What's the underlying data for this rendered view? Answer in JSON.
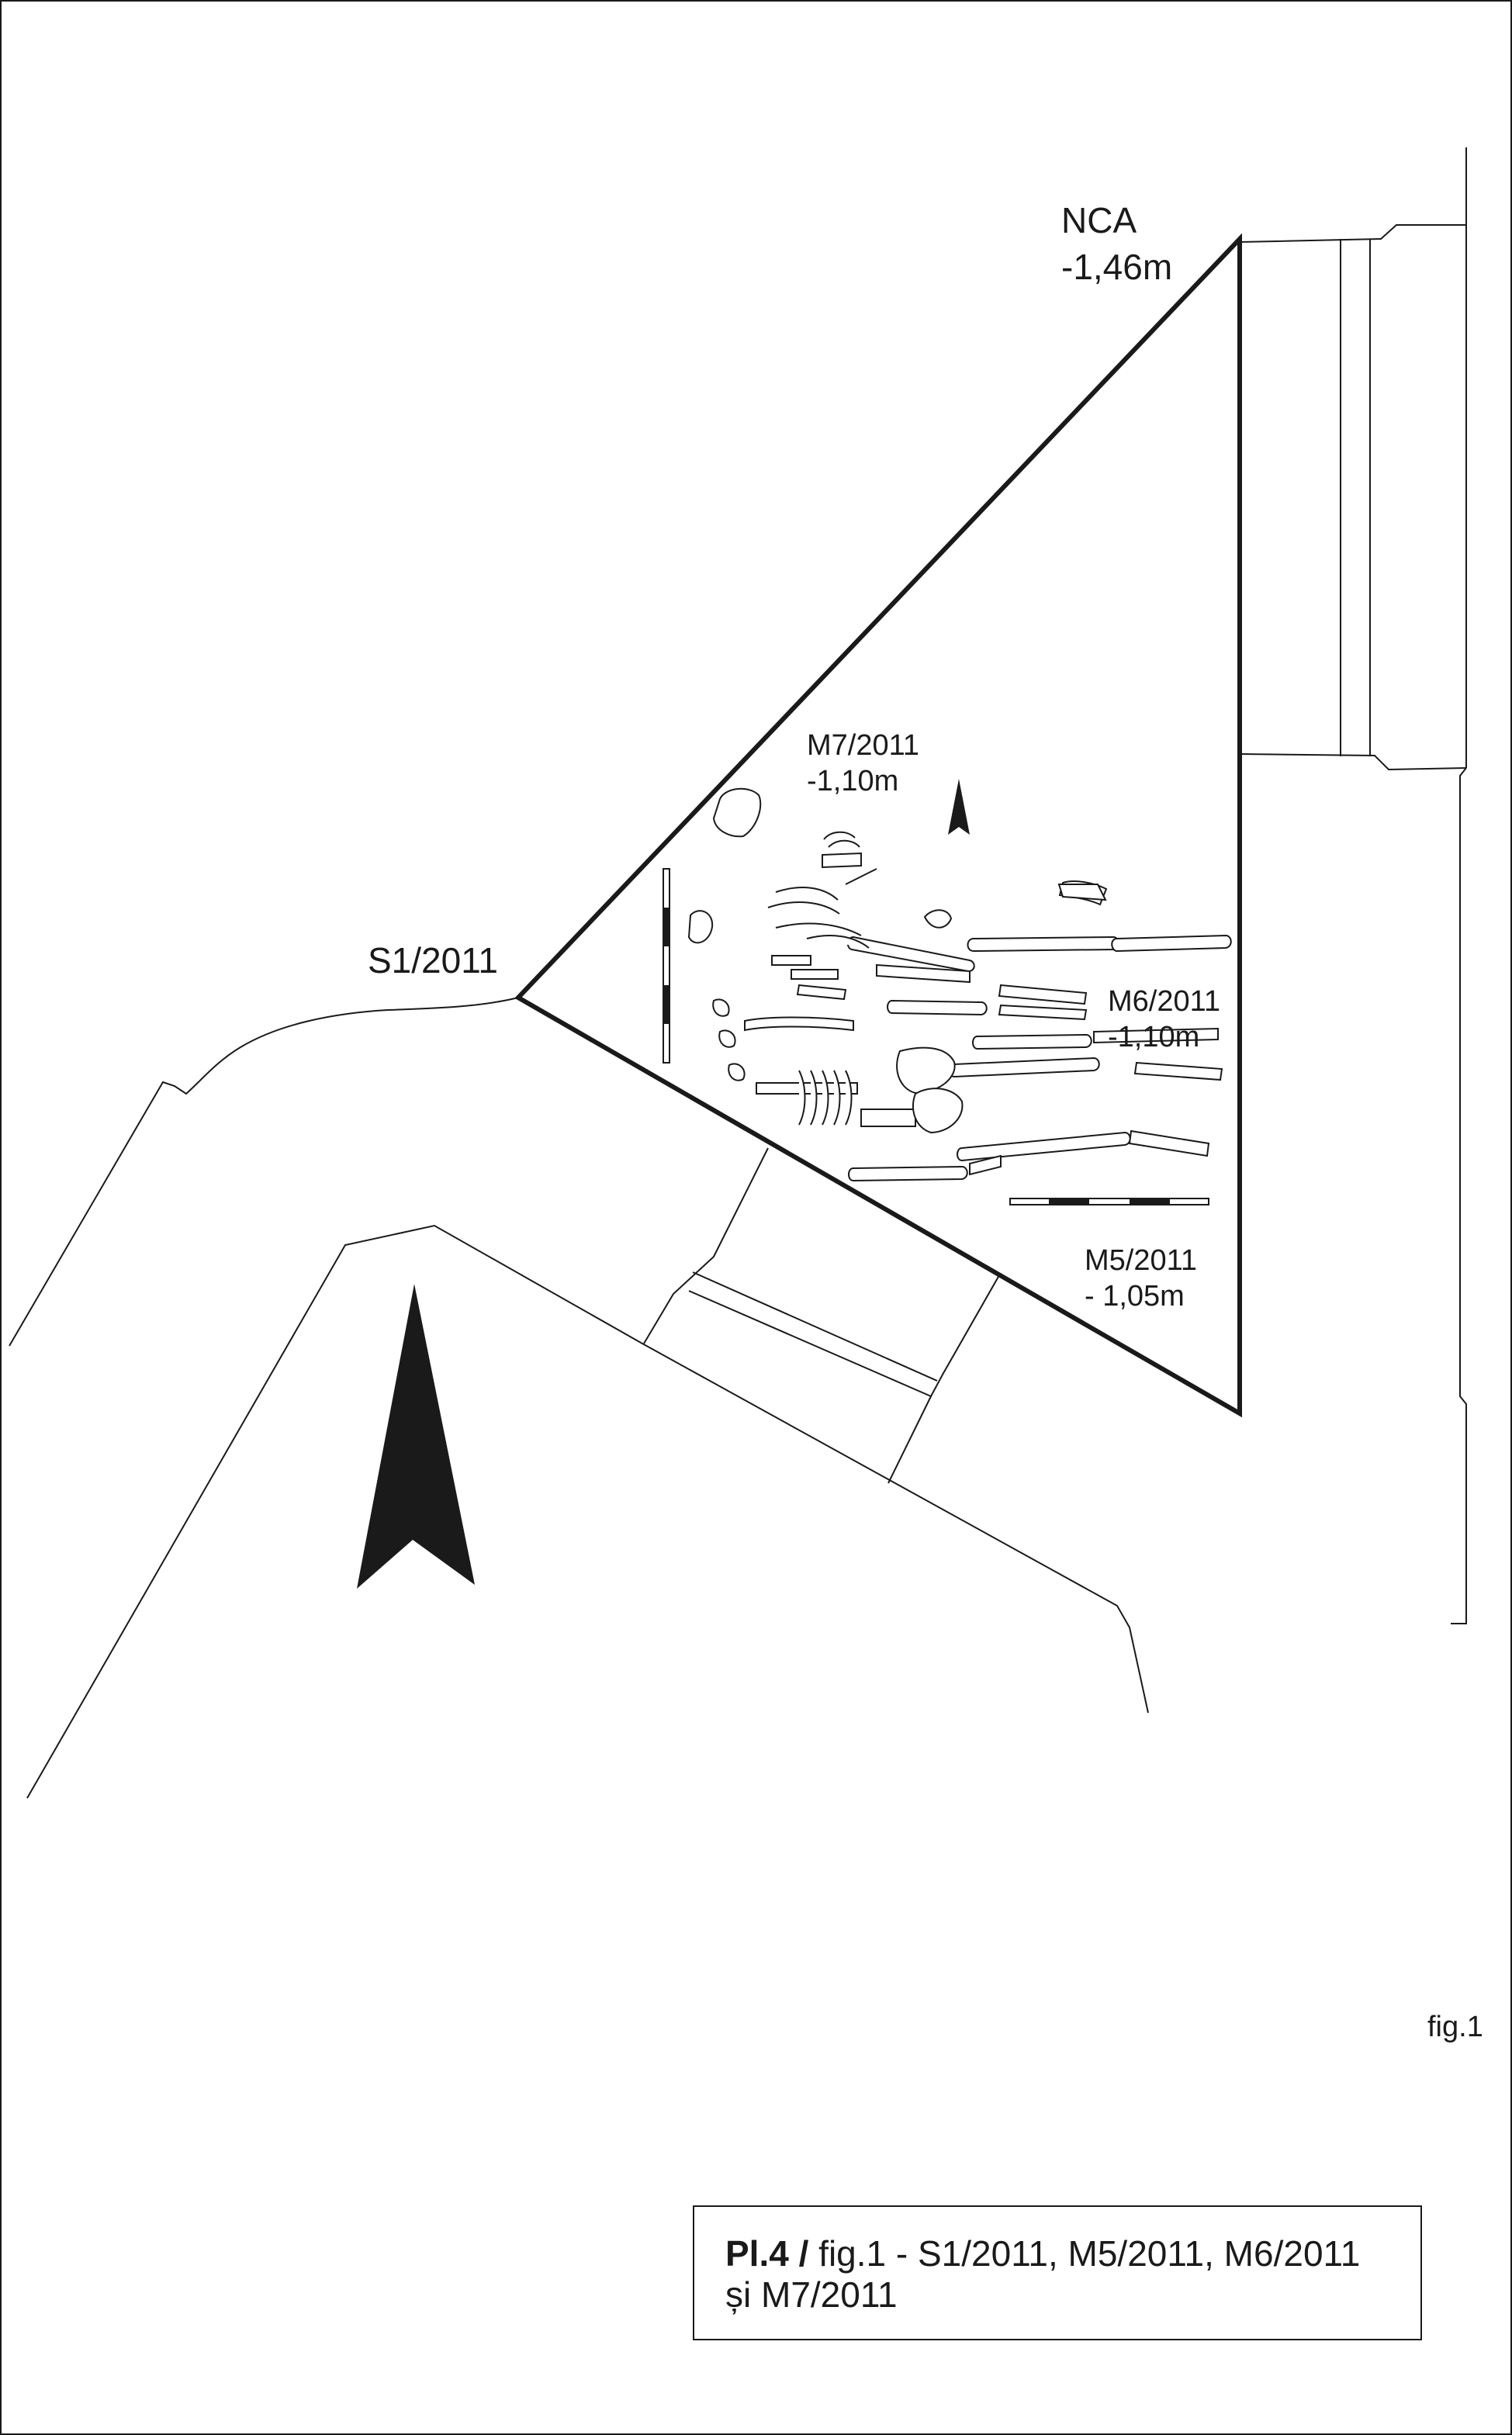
{
  "labels": {
    "nca": "NCA",
    "nca_depth": "-1,46m",
    "s1": "S1/2011",
    "m7": "M7/2011",
    "m7_depth": "-1,10m",
    "m6": "M6/2011",
    "m6_depth": "-1,10m",
    "m5": "M5/2011",
    "m5_depth": "- 1,05m",
    "fig": "fig.1"
  },
  "caption": {
    "plate": "Pl.4 /",
    "text_line1": " fig.1 - S1/2011, M5/2011, M6/2011",
    "text_line2": "și M7/2011"
  },
  "colors": {
    "ink": "#1a1a1a",
    "paper": "#ffffff"
  },
  "icons": [
    "north-arrow-icon",
    "small-north-arrow-icon"
  ]
}
